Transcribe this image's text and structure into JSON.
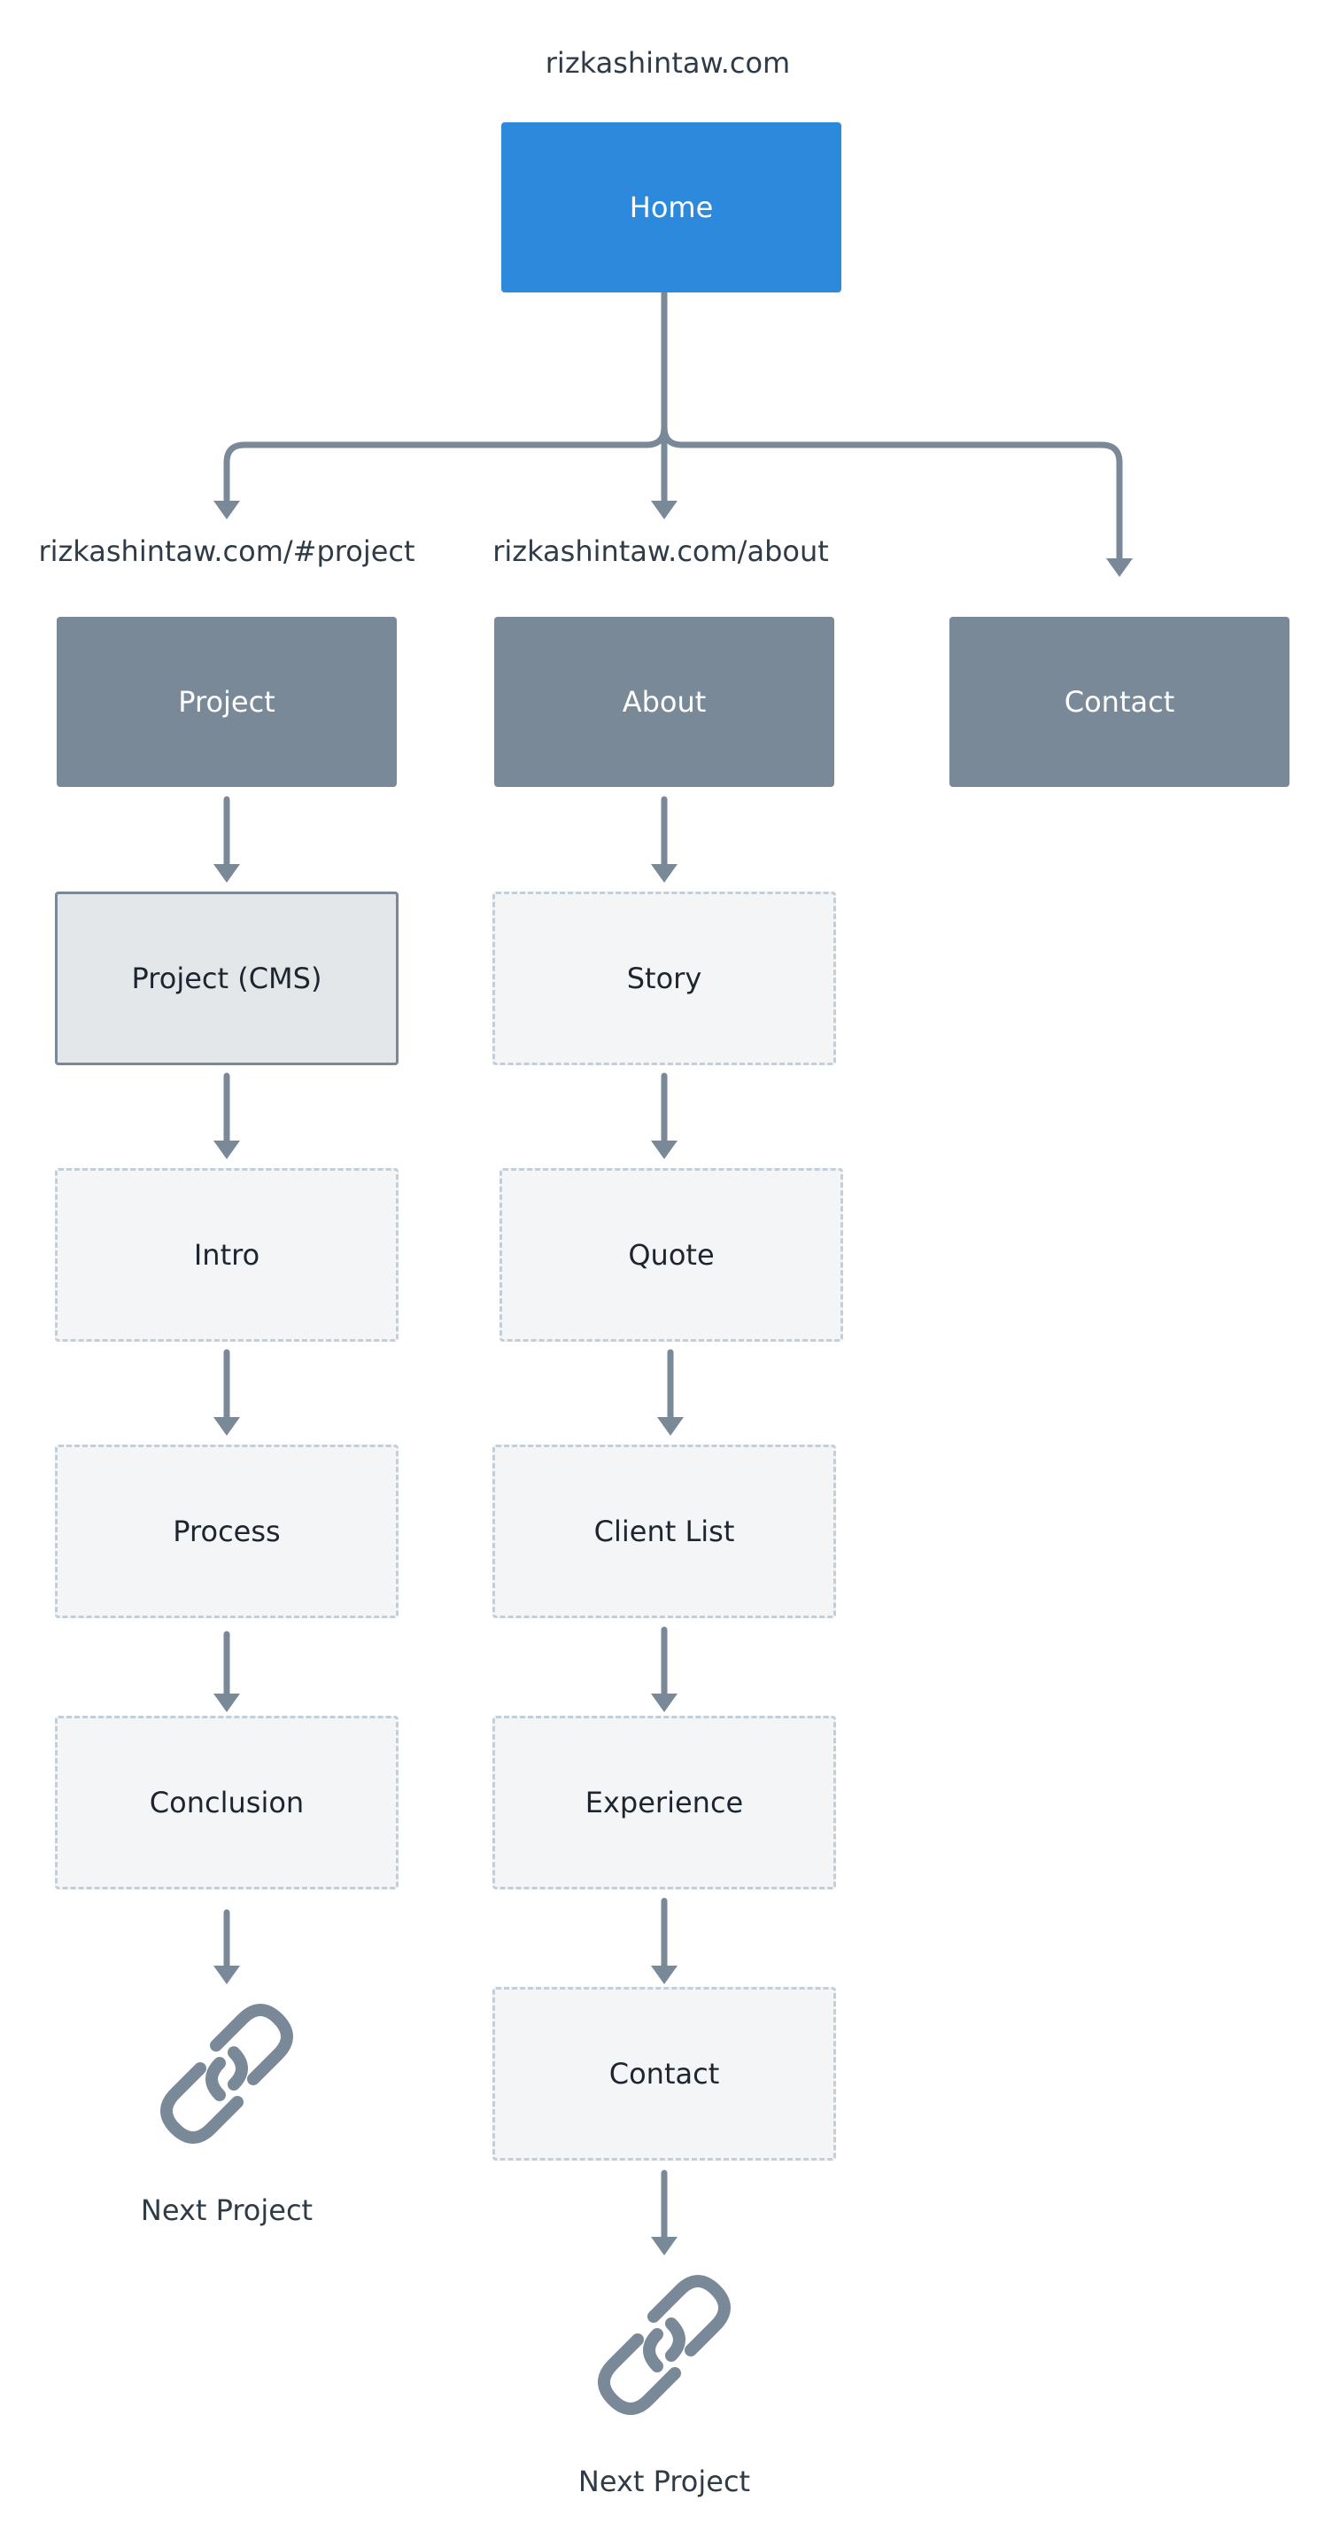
{
  "root": {
    "url": "rizkashintaw.com",
    "label": "Home"
  },
  "branches": {
    "project": {
      "url": "rizkashintaw.com/#project",
      "label": "Project"
    },
    "about": {
      "url": "rizkashintaw.com/about",
      "label": "About"
    },
    "contact": {
      "label": "Contact"
    }
  },
  "project_flow": {
    "cms": "Project (CMS)",
    "sections": [
      "Intro",
      "Process",
      "Conclusion"
    ],
    "end_label": "Next Project",
    "end_icon": "link-icon"
  },
  "about_flow": {
    "sections": [
      "Story",
      "Quote",
      "Client List",
      "Experience",
      "Contact"
    ],
    "end_label": "Next Project",
    "end_icon": "link-icon"
  },
  "colors": {
    "home": "#2d89db",
    "page": "#7a8997",
    "section_border": "#c3ced6",
    "connector": "#7a8997"
  }
}
